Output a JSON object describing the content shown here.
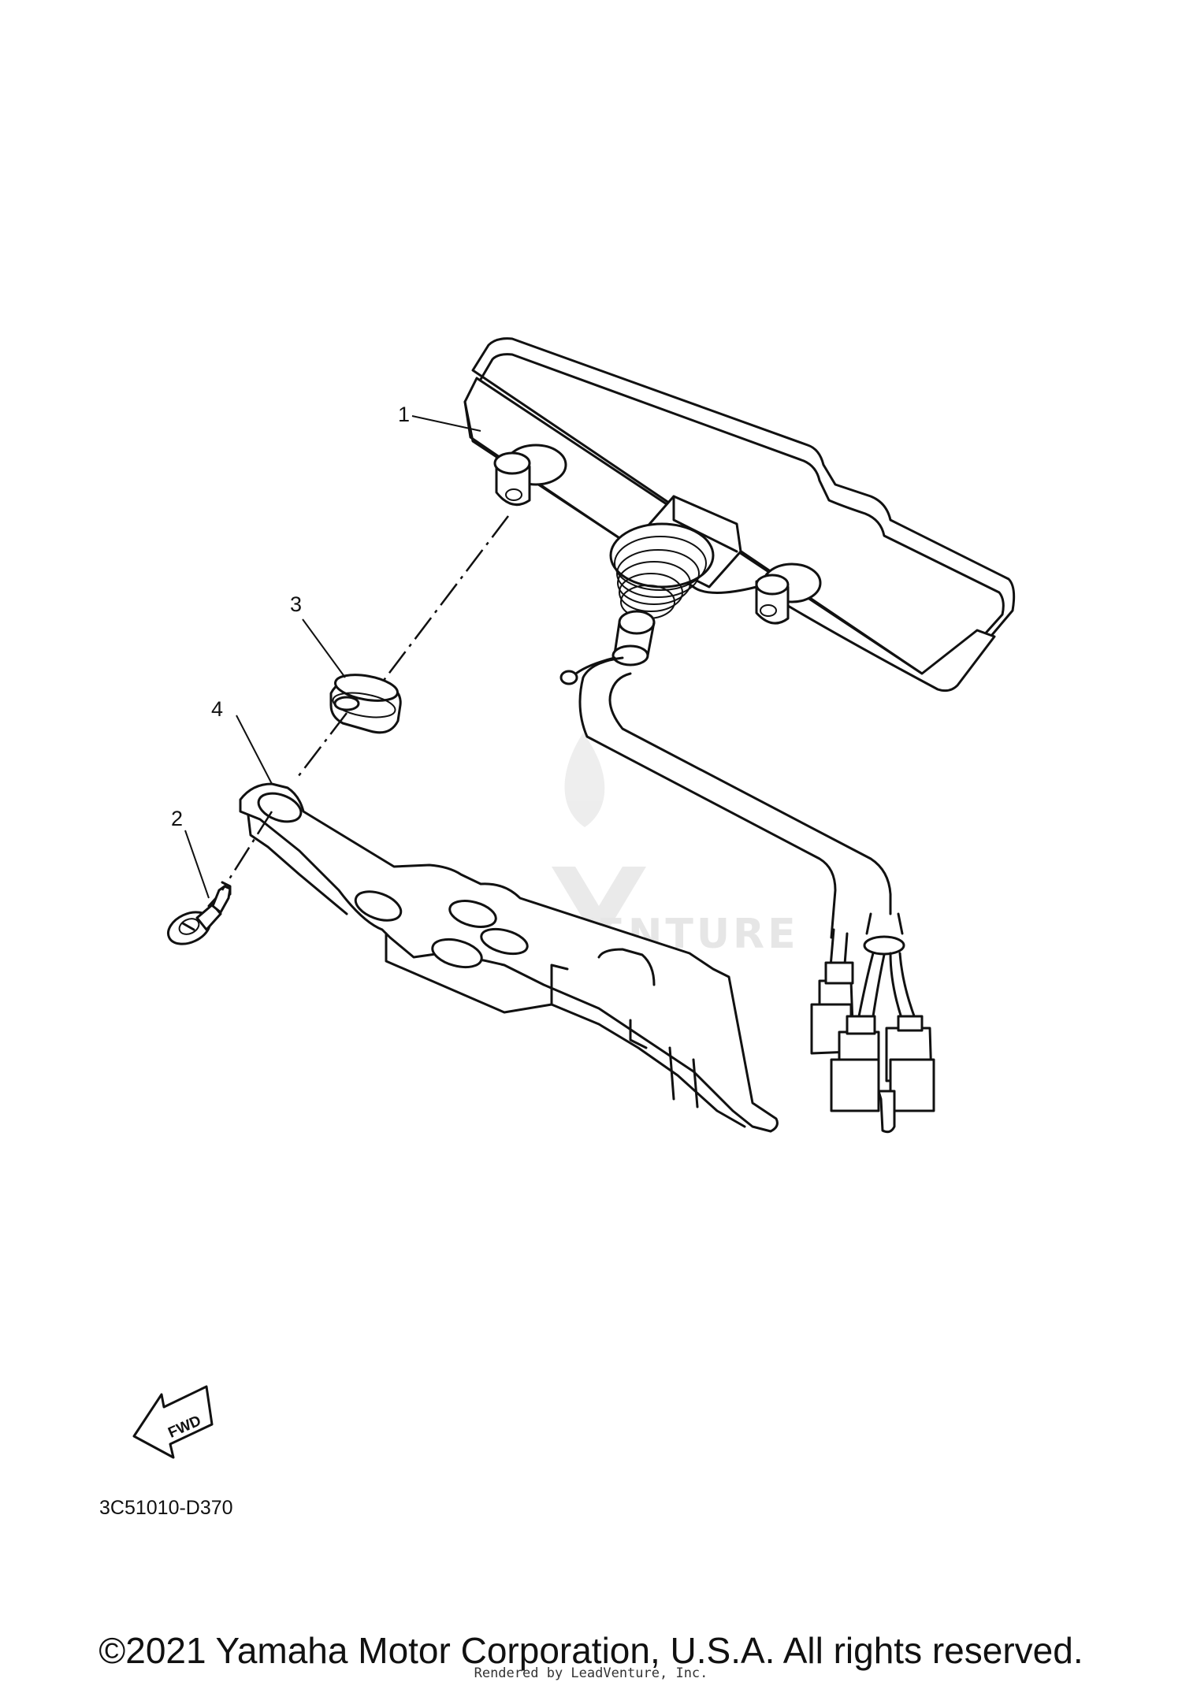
{
  "callouts": [
    {
      "label": "1"
    },
    {
      "label": "2"
    },
    {
      "label": "3"
    },
    {
      "label": "4"
    }
  ],
  "fwd_arrow_label": "FWD",
  "diagram_code": "3C51010-D370",
  "copyright": "©2021 Yamaha Motor Corporation, U.S.A. All rights reserved.",
  "rendered_by": "Rendered by LeadVenture, Inc.",
  "watermark_text": "LEADVENTURE"
}
